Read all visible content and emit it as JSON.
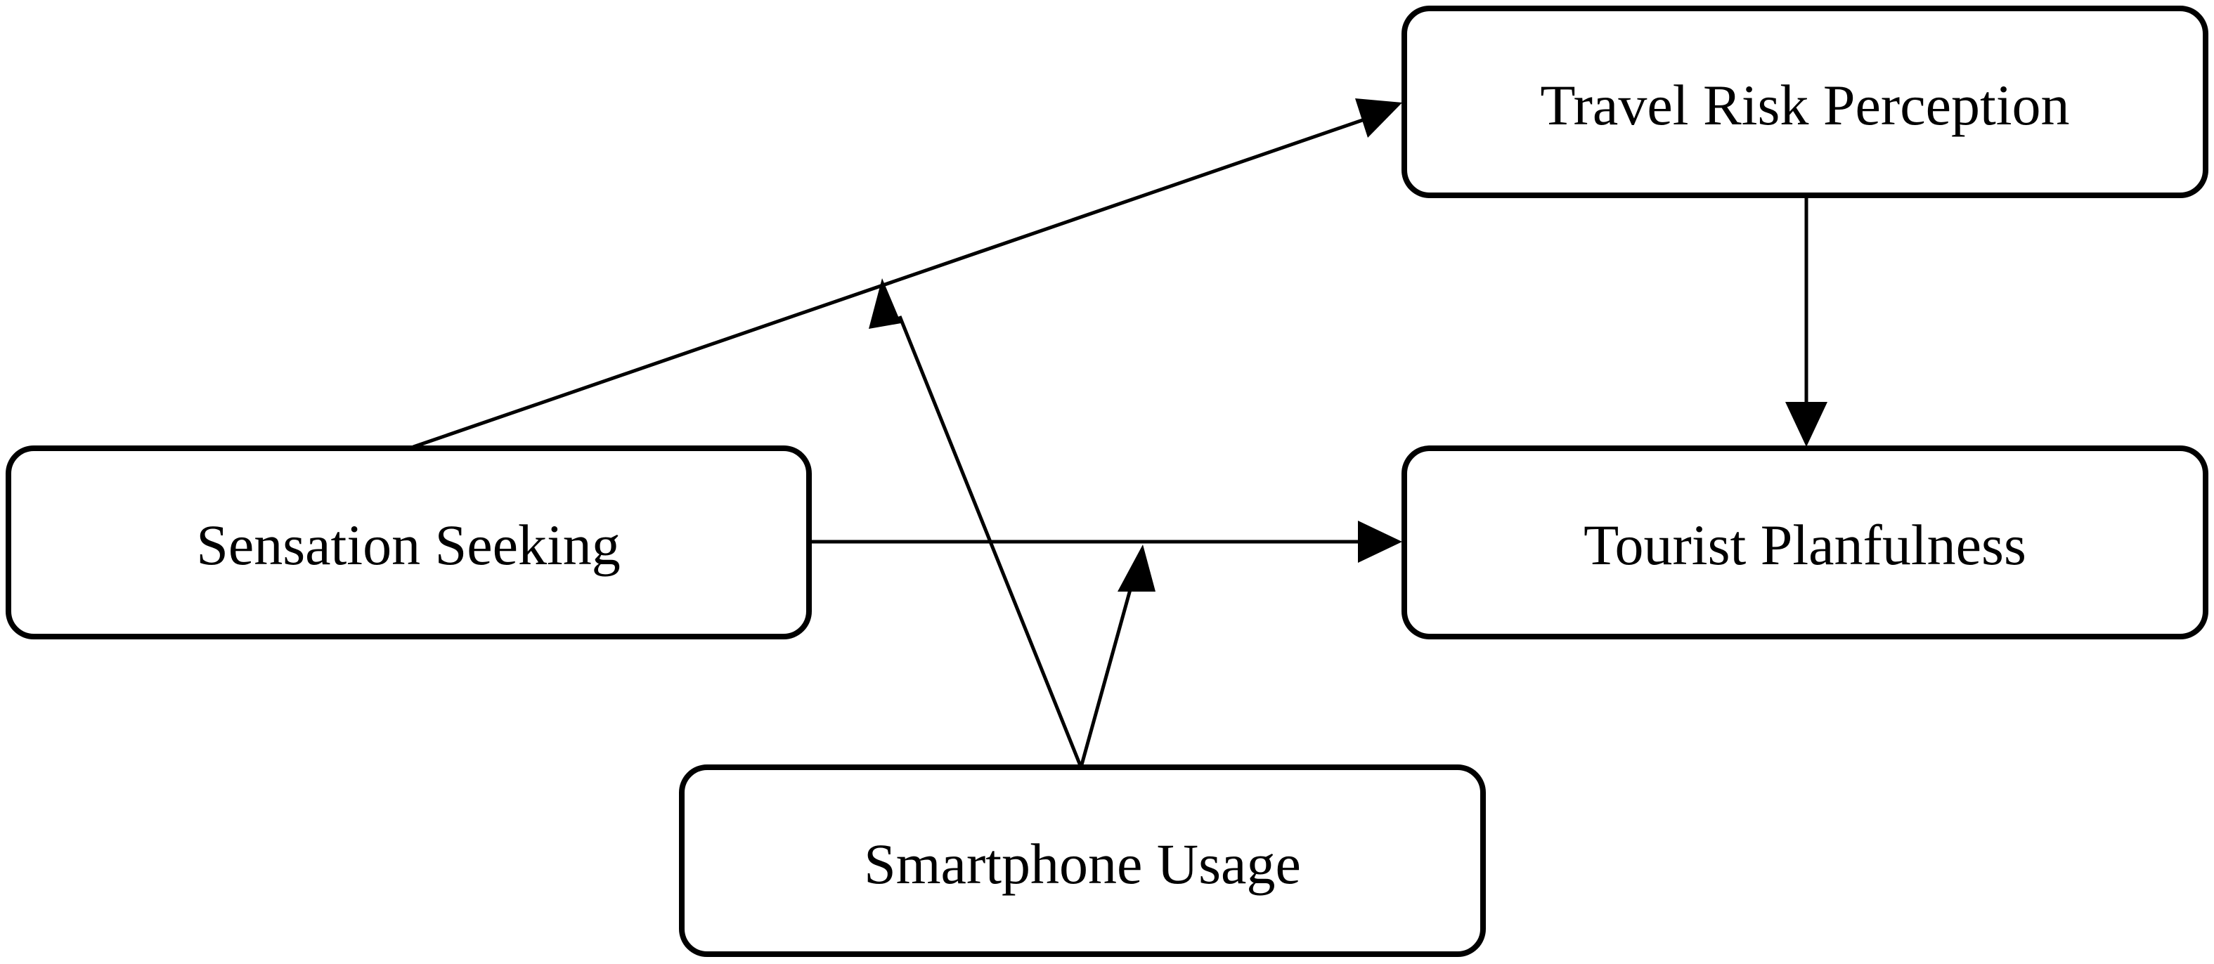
{
  "diagram": {
    "nodes": {
      "sensation_seeking": {
        "label": "Sensation Seeking"
      },
      "travel_risk_perception": {
        "label": "Travel Risk Perception"
      },
      "tourist_planfulness": {
        "label": "Tourist Planfulness"
      },
      "smartphone_usage": {
        "label": "Smartphone Usage"
      }
    },
    "edges": [
      {
        "from": "sensation_seeking",
        "to": "travel_risk_perception"
      },
      {
        "from": "travel_risk_perception",
        "to": "tourist_planfulness"
      },
      {
        "from": "sensation_seeking",
        "to": "tourist_planfulness"
      },
      {
        "from": "smartphone_usage",
        "to": "edge:sensation_seeking->travel_risk_perception",
        "type": "moderation"
      },
      {
        "from": "smartphone_usage",
        "to": "edge:sensation_seeking->tourist_planfulness",
        "type": "moderation"
      }
    ],
    "colors": {
      "stroke": "#000000",
      "fill": "#ffffff"
    }
  }
}
